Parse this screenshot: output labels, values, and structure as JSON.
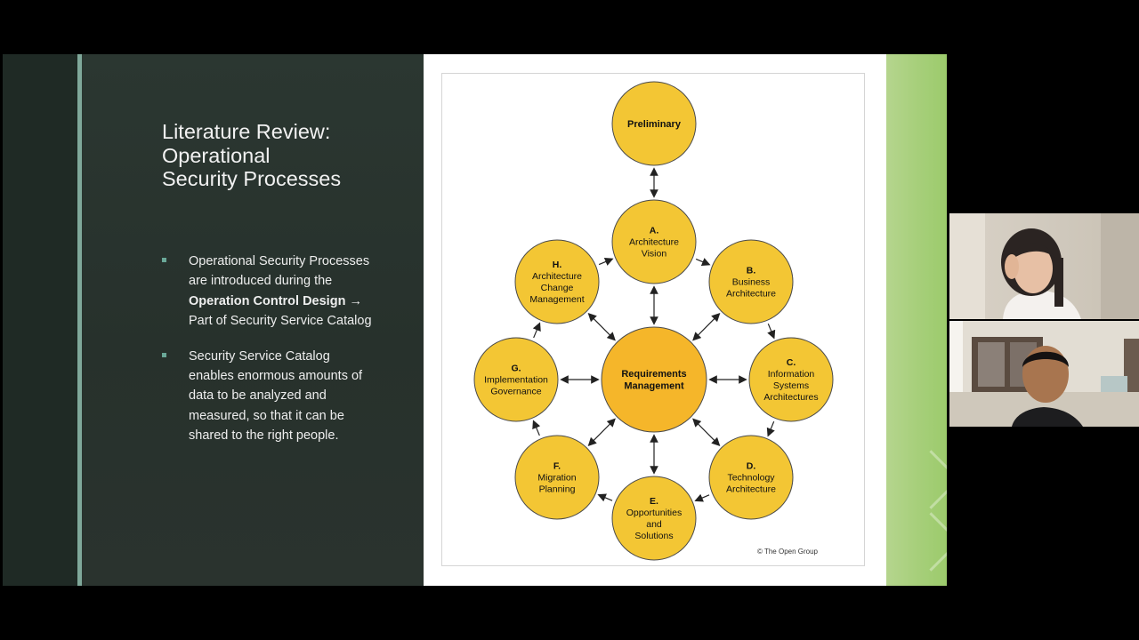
{
  "slide": {
    "title_lines": [
      "Literature Review:",
      "Operational",
      "Security Processes"
    ],
    "bullet1": {
      "part1": "Operational Security Processes are introduced during the ",
      "bold": "Operation Control Design",
      "part2": " → Part of Security Service Catalog"
    },
    "bullet2": "Security Service Catalog enables enormous amounts of data to be analyzed and measured, so that it can be shared to the right people."
  },
  "diagram": {
    "preliminary": "Preliminary",
    "center": [
      "Requirements",
      "Management"
    ],
    "phases": {
      "A": [
        "A.",
        "Architecture",
        "Vision"
      ],
      "B": [
        "B.",
        "Business",
        "Architecture"
      ],
      "C": [
        "C.",
        "Information",
        "Systems",
        "Architectures"
      ],
      "D": [
        "D.",
        "Technology",
        "Architecture"
      ],
      "E": [
        "E.",
        "Opportunities",
        "and",
        "Solutions"
      ],
      "F": [
        "F.",
        "Migration",
        "Planning"
      ],
      "G": [
        "G.",
        "Implementation",
        "Governance"
      ],
      "H": [
        "H.",
        "Architecture",
        "Change",
        "Management"
      ]
    },
    "copyright": "© The Open Group",
    "colors": {
      "circle_fill": "#f3c634",
      "center_fill": "#f5b62a",
      "circle_stroke": "#4a4a4a"
    }
  }
}
